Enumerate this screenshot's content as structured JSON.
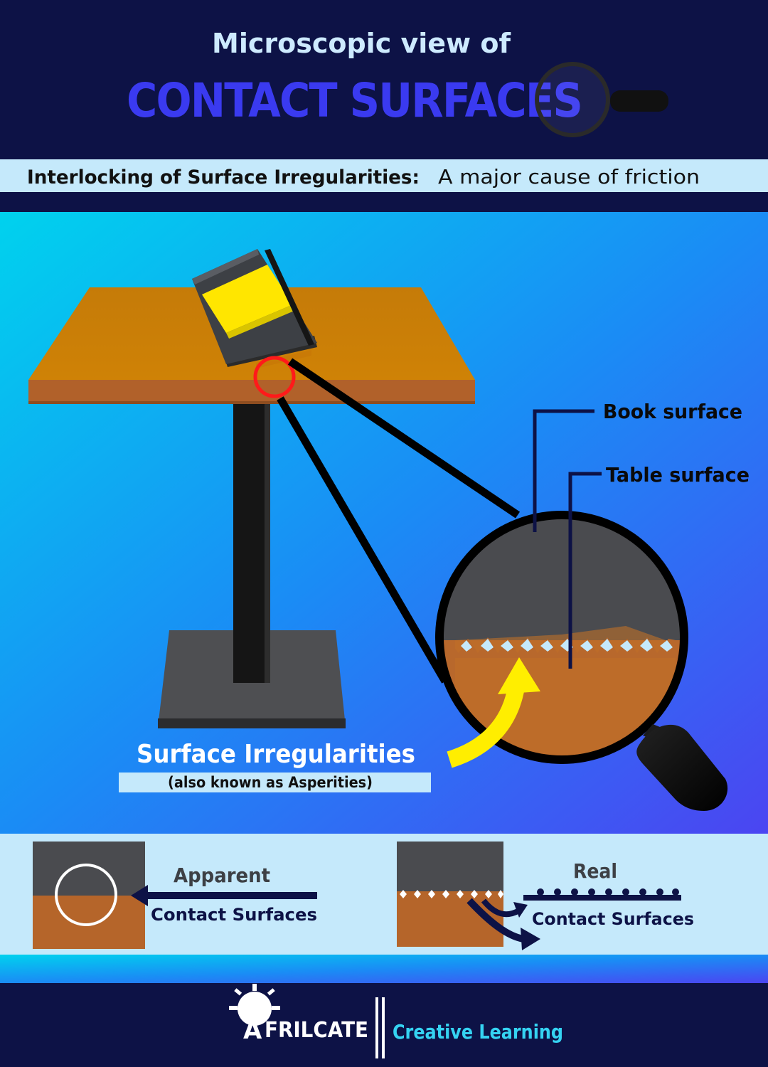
{
  "header": {
    "subtitle": "Microscopic view of",
    "title": "CONTACT SURFACES"
  },
  "banner": {
    "bold_text": "Interlocking of Surface Irregularities:",
    "text": "A major cause of friction"
  },
  "diagram": {
    "book_surface_label": "Book surface",
    "table_surface_label": "Table surface",
    "irregularities_label": "Surface Irregularities",
    "irregularities_sublabel": "(also known as Asperities)"
  },
  "comparison": {
    "apparent_title": "Apparent",
    "apparent_sub": "Contact Surfaces",
    "real_title": "Real",
    "real_sub": "Contact Surfaces"
  },
  "footer": {
    "brand": "FRILCATE",
    "brand_initial": "A",
    "tagline": "Creative Learning"
  },
  "colors": {
    "navy": "#0d1246",
    "title_blue": "#3a3af0",
    "wood": "#c97a06",
    "book_dark": "#3d4045",
    "book_yellow": "#ffe600",
    "light_band": "#c5e9fb",
    "tagline_cyan": "#35d3f2"
  }
}
